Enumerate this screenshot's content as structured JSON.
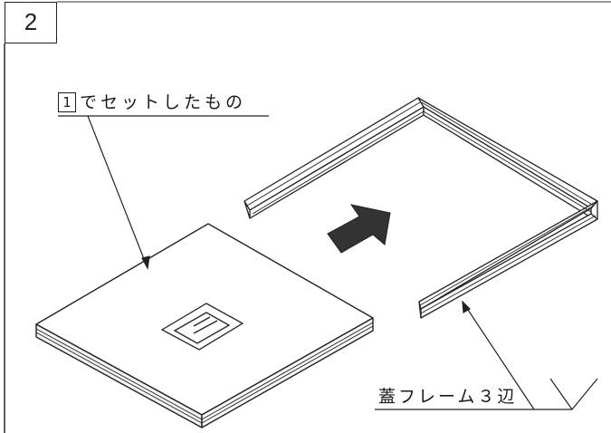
{
  "step": {
    "number": "2"
  },
  "labels": {
    "set_ref_number": "1",
    "set_text": "でセットしたもの",
    "lid_frame_text": "蓋フレーム３辺"
  }
}
